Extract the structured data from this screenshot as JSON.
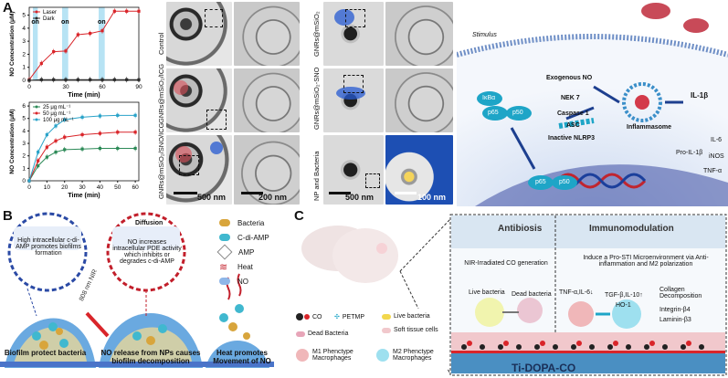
{
  "panels": {
    "A": "A",
    "B": "B",
    "C": "C"
  },
  "colors": {
    "laser": "#d9252a",
    "dark": "#2b2b2b",
    "c25": "#2c8a57",
    "c50": "#d9252a",
    "c100": "#2aa3c9",
    "on_band": "#b7e3f4",
    "cyan": "#1ea5c7",
    "red": "#c4262e"
  },
  "chart_data": [
    {
      "type": "line",
      "ylabel": "NO Concentration (μM)",
      "xlabel": "Time (min)",
      "x": [
        0,
        10,
        20,
        30,
        40,
        50,
        60,
        70,
        80,
        90
      ],
      "xticks": [
        0,
        30,
        60,
        90
      ],
      "yticks": [
        0,
        1,
        2,
        3,
        4,
        5
      ],
      "xlim": [
        0,
        90
      ],
      "ylim": [
        0,
        5.6
      ],
      "series": [
        {
          "name": "Laser",
          "values": [
            0.05,
            1.3,
            2.2,
            2.25,
            3.5,
            3.6,
            3.8,
            5.3,
            5.3,
            5.3
          ]
        },
        {
          "name": "Dark",
          "values": [
            0.0,
            0.05,
            0.05,
            0.05,
            0.05,
            0.05,
            0.05,
            0.05,
            0.05,
            0.05
          ]
        }
      ],
      "annotations": [
        "on",
        "on",
        "on"
      ],
      "legend": "top-left"
    },
    {
      "type": "line",
      "ylabel": "NO Concentration (μM)",
      "xlabel": "Time (min)",
      "x": [
        0,
        5,
        10,
        15,
        20,
        30,
        40,
        50,
        60
      ],
      "xticks": [
        0,
        10,
        20,
        30,
        40,
        50,
        60
      ],
      "yticks": [
        0,
        1,
        2,
        3,
        4,
        5,
        6
      ],
      "xlim": [
        0,
        62
      ],
      "ylim": [
        0,
        6.3
      ],
      "series": [
        {
          "name": "25 μg mL⁻¹",
          "values": [
            0,
            1.2,
            1.9,
            2.3,
            2.5,
            2.55,
            2.6,
            2.6,
            2.6
          ]
        },
        {
          "name": "50 μg mL⁻¹",
          "values": [
            0,
            1.6,
            2.7,
            3.2,
            3.5,
            3.7,
            3.8,
            3.9,
            3.9
          ]
        },
        {
          "name": "100 μg mL⁻¹",
          "values": [
            0,
            2.3,
            3.7,
            4.4,
            4.9,
            5.1,
            5.2,
            5.25,
            5.25
          ]
        }
      ],
      "legend": "top-left"
    }
  ],
  "tem": {
    "rows": [
      "Control",
      "GNRs@mSiO₂/ICG",
      "GNRs@mSiO₂/SNO/ICG"
    ],
    "rows2": [
      "GNRs@mSiO₂",
      "GNRs@mSiO₂-SNO",
      "NP and Bacteria"
    ],
    "scale1": "500 nm",
    "scale2": "200 nm",
    "scale3": "500 nm",
    "scale4": "100 nm"
  },
  "schematicA": {
    "stimulus": "Stimulus",
    "exogenous": "Exogenous NO",
    "nek7": "NEK 7",
    "caspase": "Caspase 1",
    "asc": "ASC",
    "ikb": "IκBα",
    "p65": "p65",
    "p50": "p50",
    "nlrp3": "Inactive NLRP3",
    "inflammasome": "Inflammasome",
    "il1b": "IL-1β",
    "proil1b": "Pro-IL-1β",
    "il6": "IL-6",
    "inos": "iNOS",
    "tnfa": "TNF-α",
    "p65b": "p65",
    "p50b": "p50"
  },
  "panelB": {
    "bubble1": "High intracellular c-di-AMP promotes biofilms formation",
    "bubble2": "NO increases intracellular PDE activity which inhibits or degrades c-di-AMP",
    "diffusion": "Diffusion",
    "nir": "808 nm NIR",
    "cap1": "Biofilm protect bacteria",
    "cap2": "NO release from NPs causes biofilm decomposition",
    "cap3": "Heat promotes Movement of NO",
    "legend": [
      {
        "icon": "bacteria-icon",
        "label": "Bacteria"
      },
      {
        "icon": "c-di-amp-icon",
        "label": "C-di-AMP"
      },
      {
        "icon": "amp-icon",
        "label": "AMP"
      },
      {
        "icon": "heat-icon",
        "label": "Heat"
      },
      {
        "icon": "no-icon",
        "label": "NO"
      }
    ]
  },
  "panelC": {
    "antibiosis": "Antibiosis",
    "immuno": "Immunomodulation",
    "nir_co": "NIR-Irradiated CO generation",
    "induce": "Induce a Pro-STI Microenvironment via Anti-inflammation and M2 polarization",
    "live": "Live bacteria",
    "dead": "Dead bacteria",
    "tnf": "TNF-α,IL-6↓",
    "tgf": "TGF-β,IL-10↑",
    "ho1": "HO-1",
    "collagen": "Collagen Decomposition",
    "integrin": "Integrin-β4",
    "laminin": "Laminin-β3",
    "substrate": "Ti-DOPA-CO",
    "legend": [
      {
        "icon": "co-icon",
        "label": "CO"
      },
      {
        "icon": "petmp-icon",
        "label": "PETMP"
      },
      {
        "icon": "live-bacteria-icon",
        "label": "Live bacteria"
      },
      {
        "icon": "dead-bacteria-icon",
        "label": "Dead Bacteria"
      },
      {
        "icon": "soft-tissue-icon",
        "label": "Soft tissue cells"
      },
      {
        "icon": "m1-icon",
        "label": "M1 Phenctype Macrophages"
      },
      {
        "icon": "m2-icon",
        "label": "M2 Phenctype Macrophages"
      }
    ]
  }
}
